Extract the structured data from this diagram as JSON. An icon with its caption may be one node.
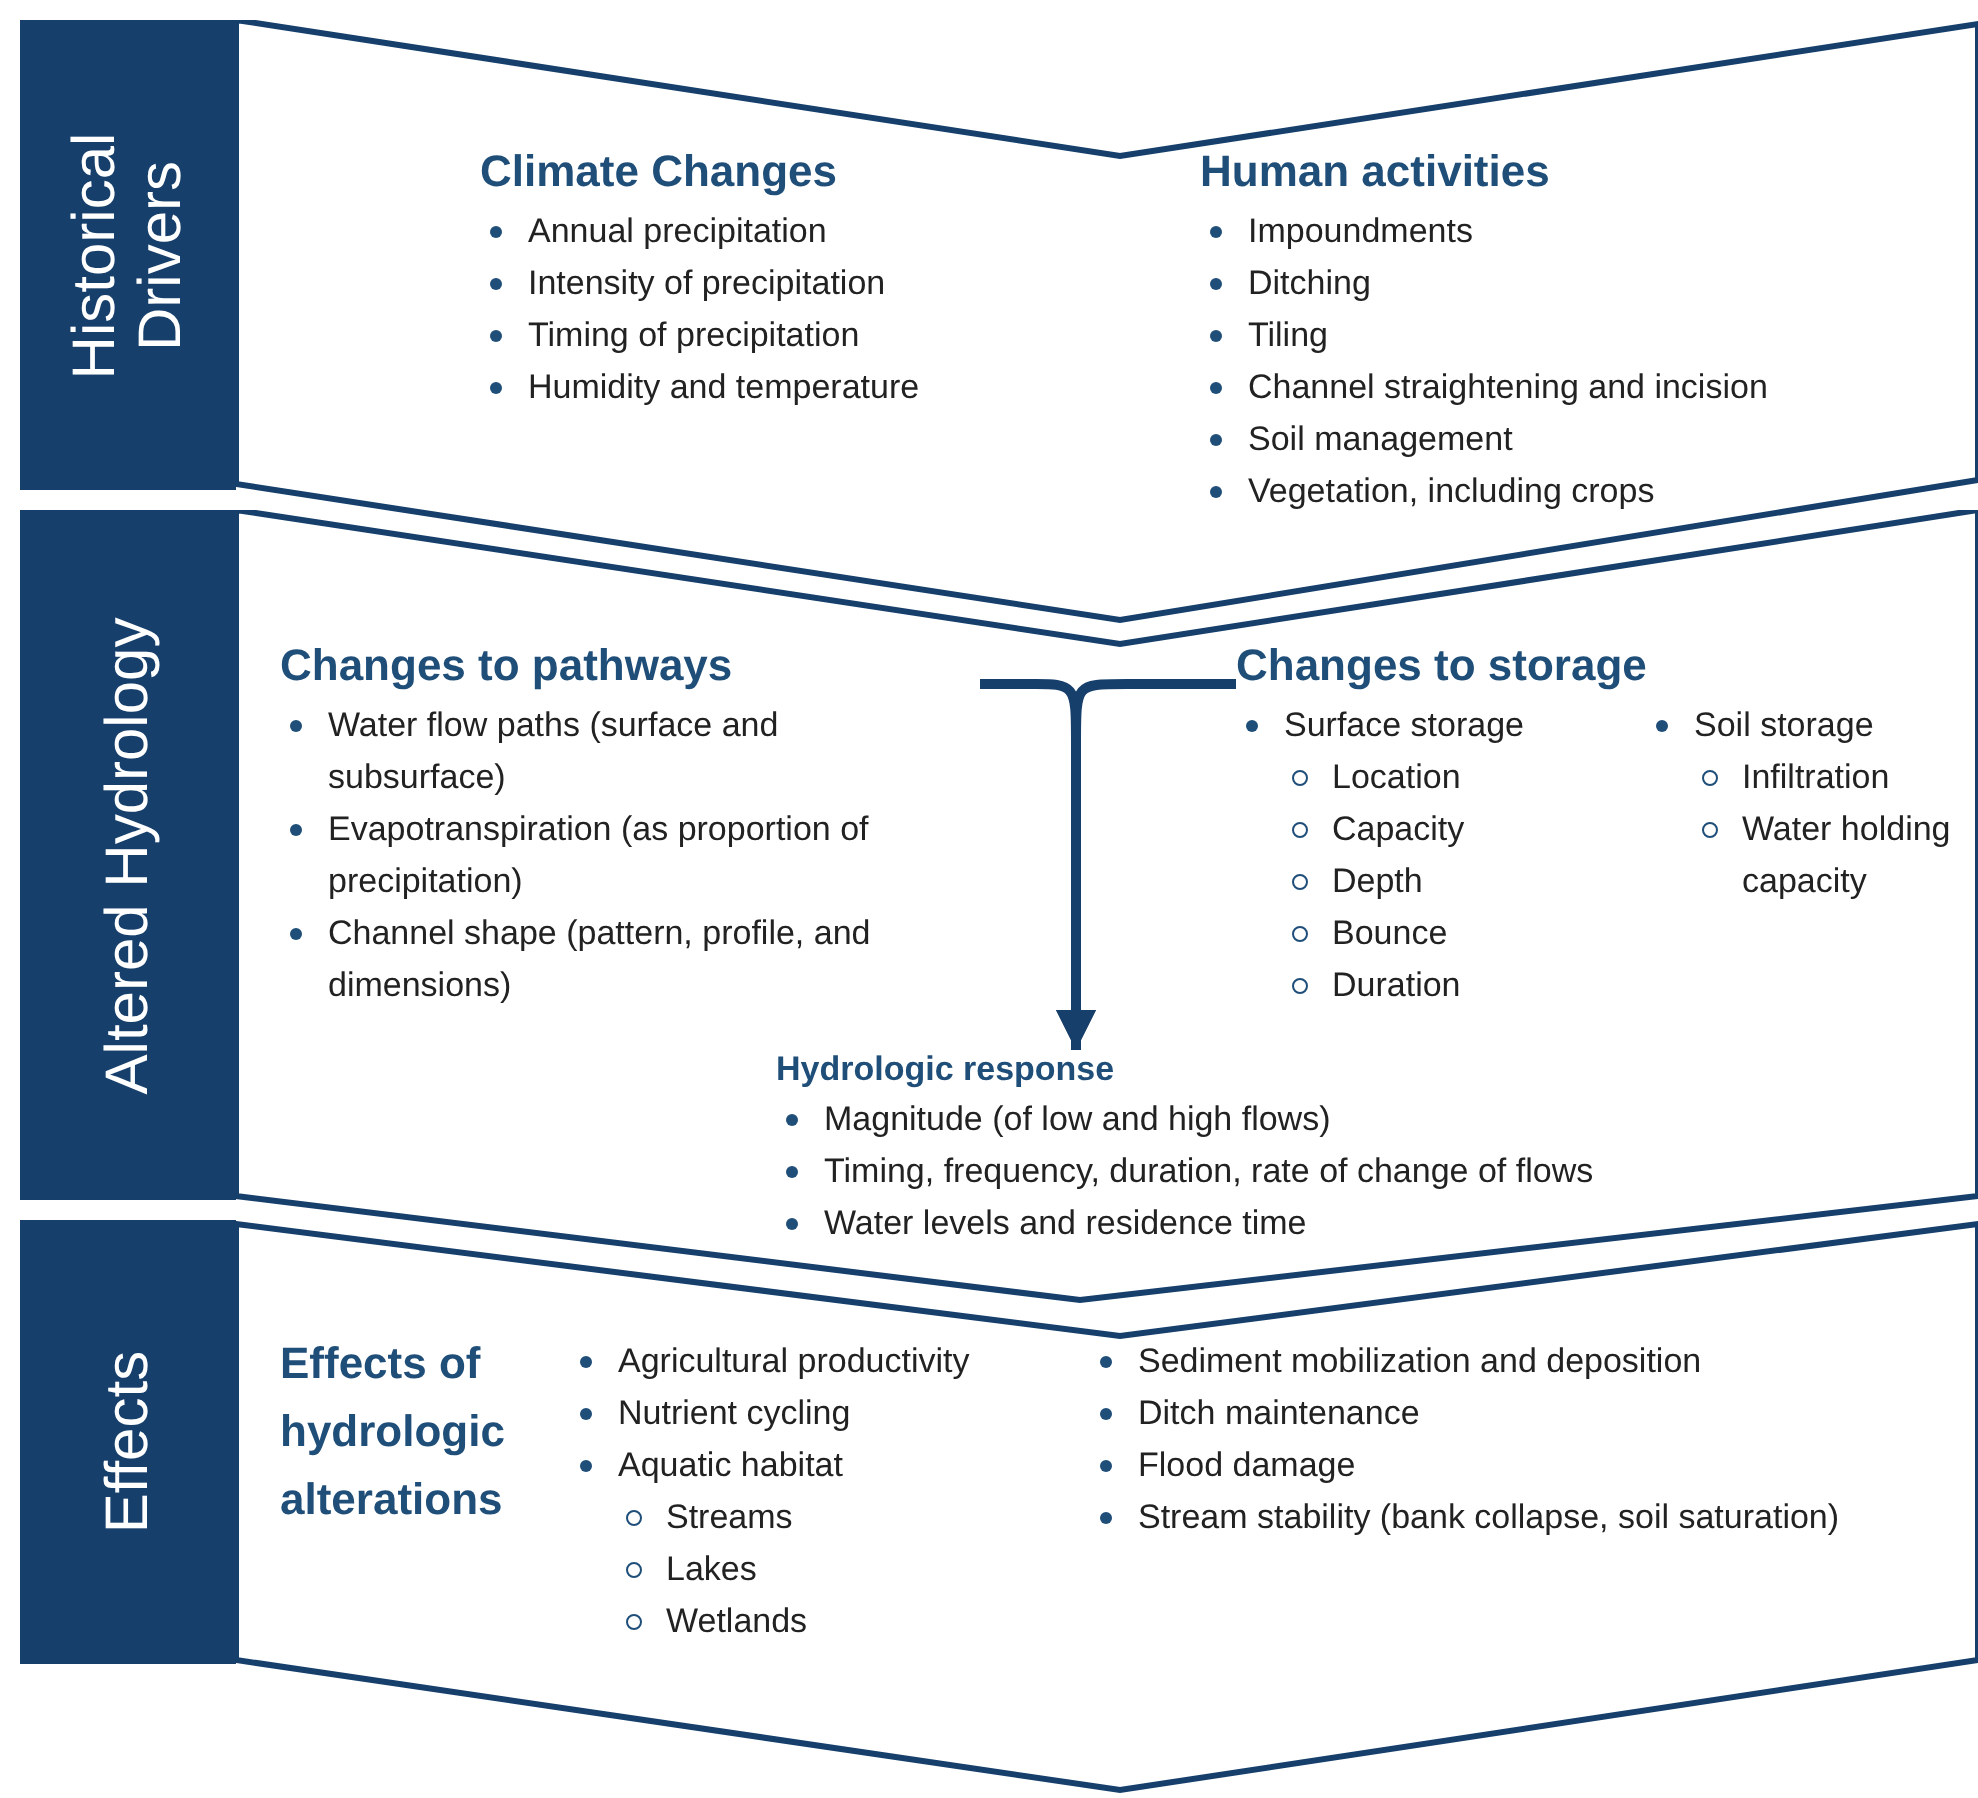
{
  "diagram": {
    "nodes": [
      {
        "text": [
          "Historical Drivers"
        ]
      },
      {
        "text": [
          "Climate Changes",
          "Annual precipitation",
          "Intensity of precipitation",
          "Timing of precipitation",
          "Humidity and temperature"
        ],
        "in": 0
      },
      {
        "text": [
          "Human activities",
          "Impoundments",
          "Ditching",
          "Tiling",
          "Channel straightening and incision",
          "Soil management",
          "Vegetation, including crops"
        ],
        "in": 0
      },
      {
        "text": [
          "Altered Hydrology"
        ]
      },
      {
        "text": [
          "Changes to pathways",
          "Water flow paths (surface and subsurface)",
          "Evapotranspiration (as proportion of precipitation)",
          "Channel shape (pattern, profile, and dimensions)"
        ],
        "in": 3
      },
      {
        "text": [
          "Changes to storage",
          "Surface storage",
          "Location",
          "Capacity",
          "Depth",
          "Bounce",
          "Duration",
          "Soil storage",
          "Infiltration",
          "Water holding capacity"
        ],
        "in": 3
      },
      {
        "text": [
          "Hydrologic response",
          "Magnitude (of low and high flows)",
          "Timing, frequency, duration, rate of change of flows",
          "Water levels and residence time"
        ],
        "in": 3
      },
      {
        "text": [
          "Effects"
        ]
      },
      {
        "text": [
          "Effects of hydrologic alterations",
          "Agricultural productivity",
          "Nutrient cycling",
          "Aquatic habitat",
          "Streams",
          "Lakes",
          "Wetlands",
          "Sediment mobilization and deposition",
          "Ditch maintenance",
          "Flood damage",
          "Stream stability (bank collapse, soil saturation)"
        ],
        "in": 7
      }
    ],
    "edges": [
      {
        "from": 4,
        "to": 6,
        "arrow": "to"
      },
      {
        "from": 5,
        "to": 6,
        "arrow": "to"
      }
    ]
  }
}
